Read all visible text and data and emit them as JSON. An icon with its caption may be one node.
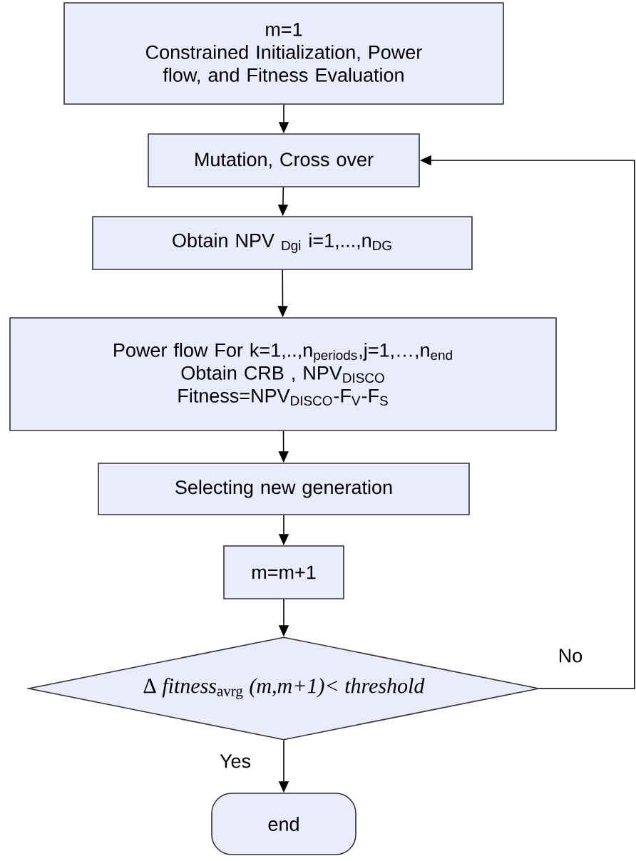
{
  "diagram": {
    "nodes": [
      {
        "text": [
          "m=1",
          "Constrained Initialization, Power flow, and Fitness Evaluation"
        ]
      },
      {
        "text": [
          "Mutation, Cross over"
        ]
      },
      {
        "text": [
          "Obtain NPV $_{Dgi}$  i=1,...,n$_{DG}$"
        ]
      },
      {
        "text": [
          "Power flow For k=1,..,n$_{periods}$,j=1,…,n$_{end}$",
          "Obtain CRB , NPV$_{DISCO}$",
          "Fitness=NPV$_{DISCO}$-F$_{V}$-F$_{S}$"
        ]
      },
      {
        "text": [
          "Selecting new generation"
        ]
      },
      {
        "text": [
          "m=m+1"
        ]
      },
      {
        "text": [
          "Δ *fitness*$_{avrg}$ *(m,m+1)< threshold*"
        ]
      },
      {
        "text": [
          "end"
        ]
      }
    ],
    "edges": [
      {
        "from": 0,
        "to": 1,
        "arrow": "to"
      },
      {
        "from": 1,
        "to": 2,
        "arrow": "to"
      },
      {
        "from": 2,
        "to": 3,
        "arrow": "to"
      },
      {
        "from": 3,
        "to": 4,
        "arrow": "to"
      },
      {
        "from": 4,
        "to": 5,
        "arrow": "to"
      },
      {
        "from": 5,
        "to": 6,
        "arrow": "to"
      },
      {
        "from": 6,
        "to": 7,
        "arrow": "to",
        "label": "Yes"
      },
      {
        "from": 6,
        "to": 1,
        "arrow": "to",
        "label": "No"
      }
    ]
  }
}
